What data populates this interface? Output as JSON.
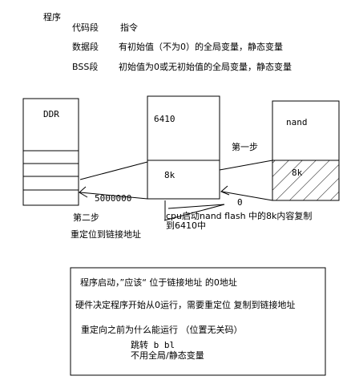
{
  "intro": {
    "title": "程序",
    "rows": [
      {
        "segment": "代码段",
        "content": "指令"
      },
      {
        "segment": "数据段",
        "content": "有初始值（不为0）的全局变量，静态变量"
      },
      {
        "segment": "BSS段",
        "content": "初始值为0或无初始值的全局变量，静态变量"
      }
    ]
  },
  "blocks": {
    "ddr": {
      "label": "DDR",
      "address": "5000000"
    },
    "cpu": {
      "label": "6410",
      "inner": "8k",
      "marker": "0"
    },
    "nand": {
      "label": "nand",
      "inner": "8k"
    }
  },
  "steps": {
    "step1": {
      "label": "第一步",
      "desc_line1": "cpu启动nand flash 中的8k内容复制",
      "desc_line2": "到6410中"
    },
    "step2": {
      "label": "第二步",
      "desc": "重定位到链接地址"
    }
  },
  "notes": {
    "line1": "程序启动，”应该“ 位于链接地址  的0地址",
    "line2": "硬件决定程序开始从0运行，需要重定位 复制到链接地址",
    "line3": "重定向之前为什么能运行 （位置无关码）",
    "line4": "跳转 b bl",
    "line5": "不用全局/静态变量"
  }
}
